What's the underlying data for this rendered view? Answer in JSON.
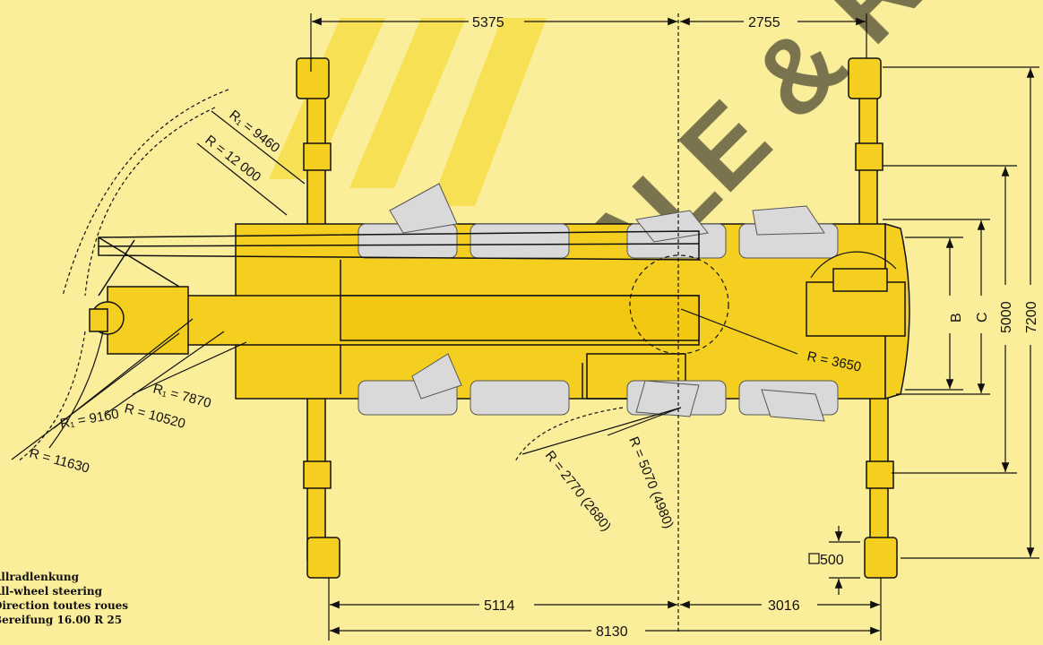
{
  "watermark": {
    "text": "SALE & RENT"
  },
  "dimensions": {
    "top_left": "5375",
    "top_right": "2755",
    "bottom_left": "5114",
    "bottom_right": "3016",
    "bottom_total": "8130",
    "B": "B",
    "C": "C",
    "width_5000": "5000",
    "width_7200": "7200",
    "pad": "500"
  },
  "radii": {
    "r1_9460": "R₁ = 9460",
    "r_12000": "R = 12 000",
    "r1_7870": "R₁ = 7870",
    "r_10520": "R = 10520",
    "r1_9160": "R₁ = 9160",
    "r_11630": "R = 11630",
    "r_3650": "R = 3650",
    "r_2770": "R = 2770 (2680)",
    "r_5070": "R = 5070 (4980)"
  },
  "legend": [
    "Allradlenkung",
    "All-wheel steering",
    "Direction toutes roues",
    "Bereifung 16.00 R 25"
  ],
  "colors": {
    "background": "#fbee9a",
    "crane_yellow": "#f5cf1f",
    "tire_grey": "#d9d9d9"
  }
}
